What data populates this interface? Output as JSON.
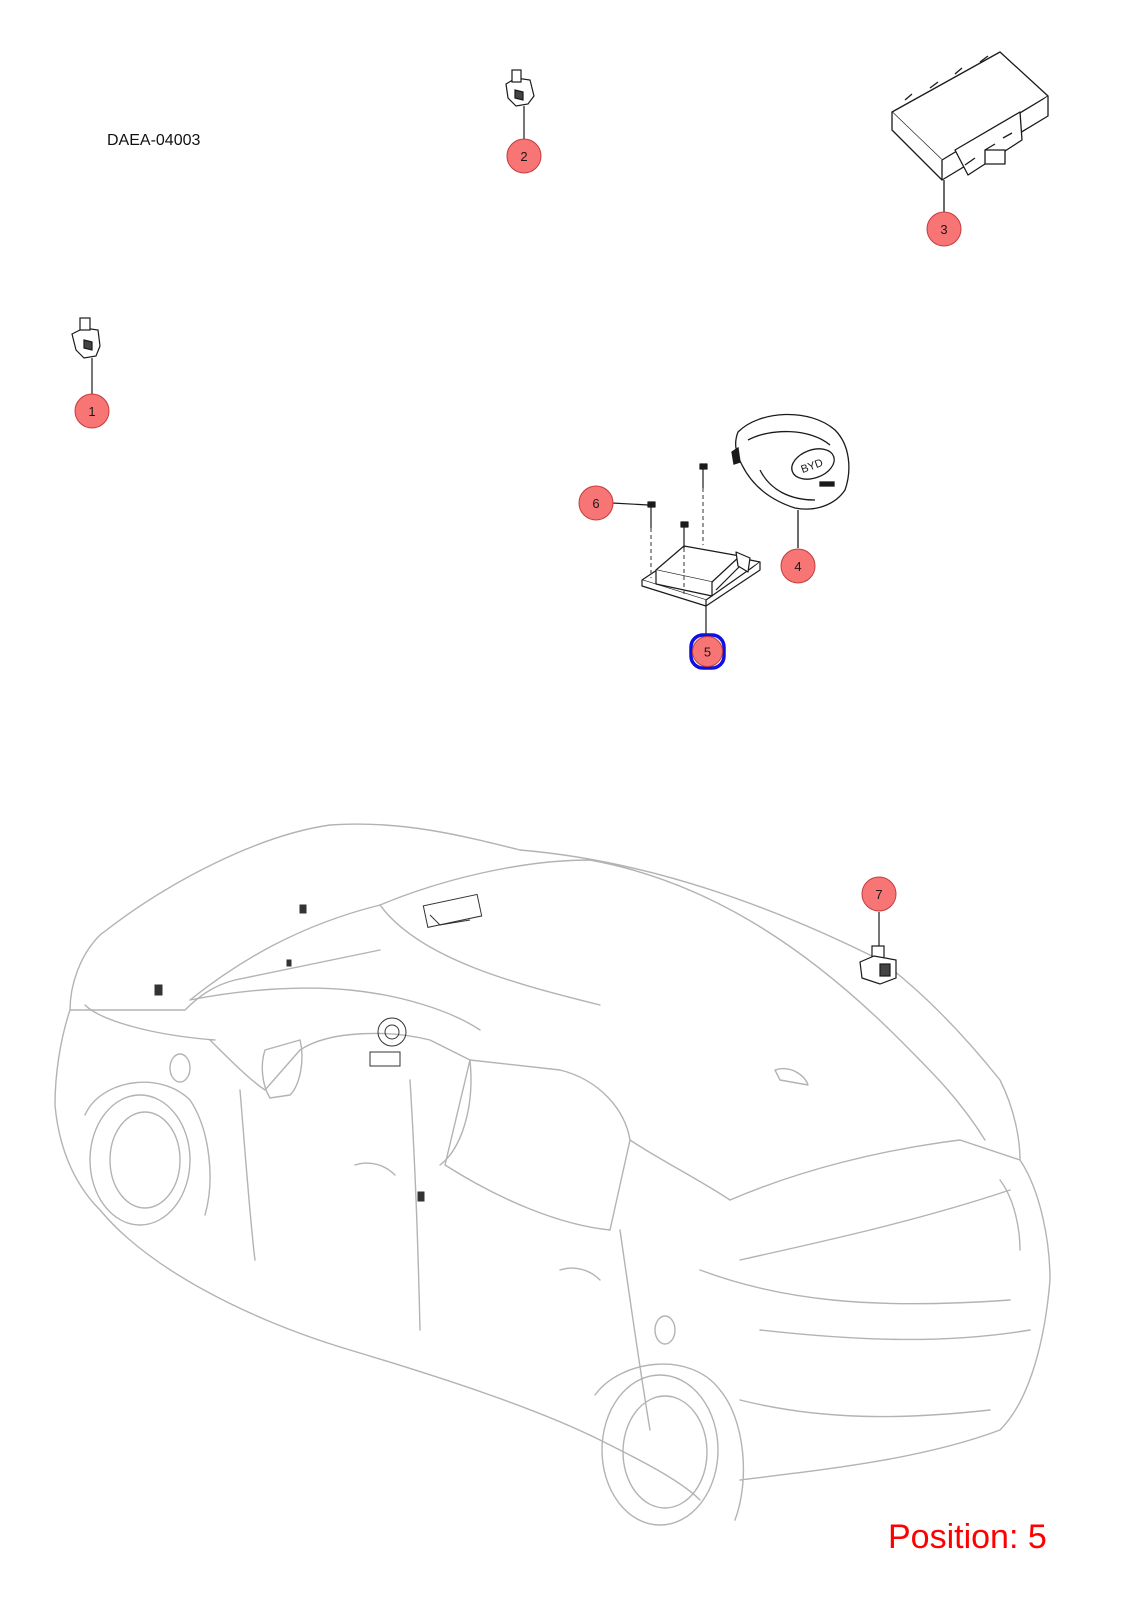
{
  "diagram": {
    "code": "DAEA-04003",
    "position_text": "Position: 5",
    "selected_callout": "5",
    "colors": {
      "callout_fill": "#f87575",
      "callout_stroke": "#c53b3b",
      "selected_outline": "#1010e0",
      "part_line": "#1a1a1a",
      "vehicle_line": "#b3b3b3",
      "position_text": "#ff0000"
    },
    "callouts": [
      {
        "id": "1",
        "label": "1"
      },
      {
        "id": "2",
        "label": "2"
      },
      {
        "id": "3",
        "label": "3"
      },
      {
        "id": "4",
        "label": "4"
      },
      {
        "id": "5",
        "label": "5"
      },
      {
        "id": "6",
        "label": "6"
      },
      {
        "id": "7",
        "label": "7"
      }
    ]
  }
}
